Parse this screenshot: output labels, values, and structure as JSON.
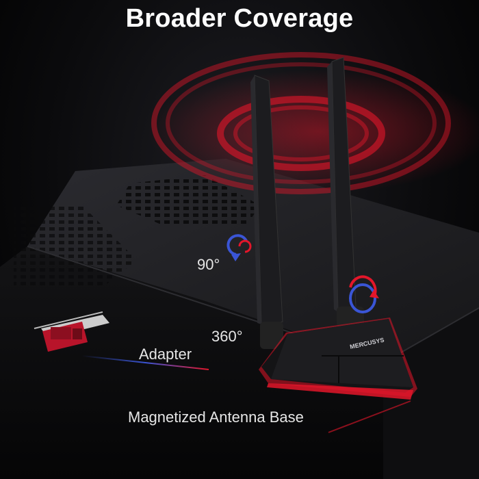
{
  "title": "Broader Coverage",
  "labels": {
    "rotation_90": "90°",
    "rotation_360": "360°",
    "adapter": "Adapter",
    "antenna_base": "Magnetized Antenna Base"
  },
  "brand": "MERCUSYS",
  "colors": {
    "accent_red": "#e3162a",
    "accent_blue": "#3a55d6",
    "text": "#ffffff"
  }
}
